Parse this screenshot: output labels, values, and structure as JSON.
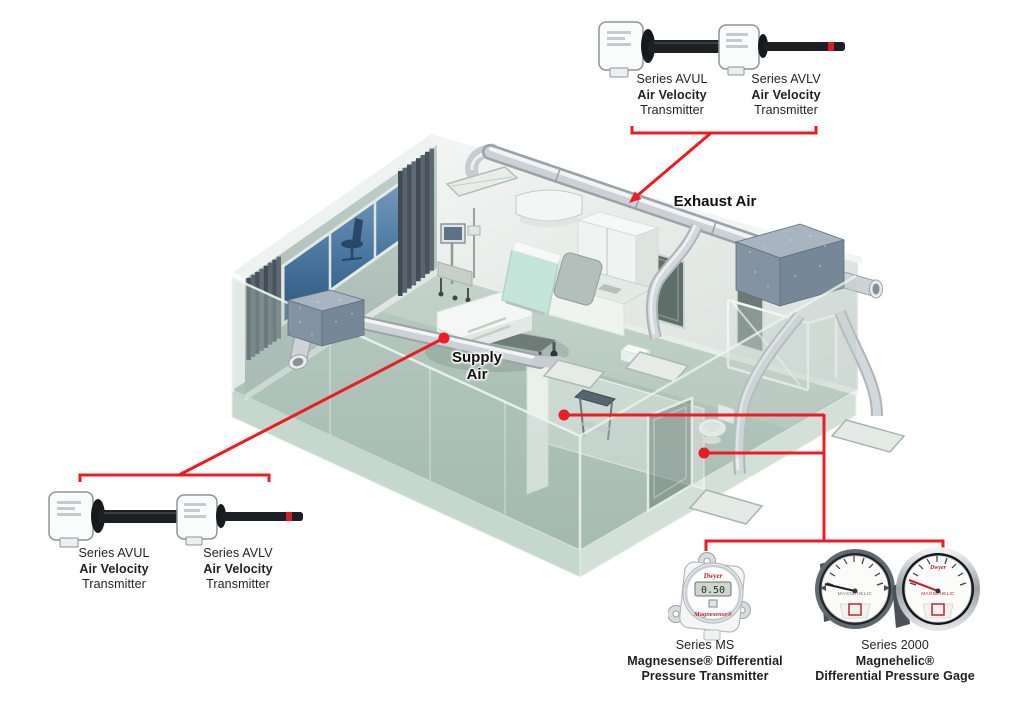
{
  "colors": {
    "annotation_red": "#EC1B24",
    "label_text": "#231F20",
    "duct_silver": "#C9CED2",
    "floor_green": "#A7BFB3",
    "window_blue": "#4F7CA9",
    "filter_box_blue": "#8496A4",
    "bed_teal": "#C6E5DA"
  },
  "flow_labels": {
    "exhaust": "Exhaust Air",
    "supply_line1": "Supply",
    "supply_line2": "Air"
  },
  "sensors": {
    "avul": {
      "line1": "Series AVUL",
      "line2": "Air Velocity",
      "line3": "Transmitter"
    },
    "avlv": {
      "line1": "Series AVLV",
      "line2": "Air Velocity",
      "line3": "Transmitter"
    }
  },
  "pressure_instruments": {
    "magnesense": {
      "line1": "Series MS",
      "line2": "Magnesense® Differential",
      "line3": "Pressure Transmitter",
      "display_value": "0.50",
      "brand": "Dwyer",
      "face_label": "Magnesense®"
    },
    "magnehelic": {
      "line1": "Series 2000",
      "line2": "Magnehelic®",
      "line3": "Differential Pressure Gage",
      "brand": "Dwyer",
      "face_label": "MAGNEHELIC"
    }
  }
}
